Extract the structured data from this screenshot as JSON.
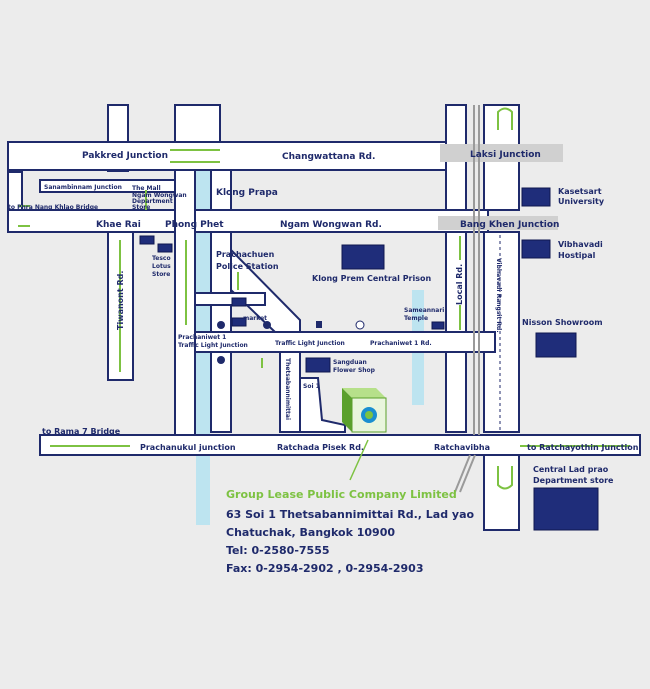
{
  "roads": {
    "pakkred_junction": "Pakkred Junction",
    "changwattana": "Changwattana Rd.",
    "laksi_junction": "Laksi Junction",
    "sanambinnam_junction": "Sanambinnam Junction",
    "the_mall": [
      "The Mall",
      "Ngam Wongwan",
      "Department",
      "Store"
    ],
    "to_phra_nang_khlao": "to Phra Nang Khlao Bridge",
    "klong_prapa": "Klong Prapa",
    "kasetsart": [
      "Kasetsart",
      "University"
    ],
    "khae_rai": "Khae Rai",
    "phong_phet": "Phong Phet",
    "ngam_wongwan": "Ngam Wongwan Rd.",
    "bang_khen_junction": "Bang Khen Junction",
    "vibhavadi_hospital": [
      "Vibhavadi",
      "Hostipal"
    ],
    "tesco": [
      "Tesco",
      "Lotus",
      "Store"
    ],
    "prachachuen": [
      "Prachachuen",
      "Police Station"
    ],
    "klong_prem": "Klong Prem Central Prison",
    "local_rd": "Local Rd.",
    "vibhavadi_rangsit": "Vibhavadi Rangsit Rd.",
    "tiwanont": "Tiwanont Rd.",
    "market": "market",
    "sameannari": [
      "Sameannari",
      "Temple"
    ],
    "nisson": "Nisson Showroom",
    "prachaniwet_light": [
      "Prachaniwet 1",
      "Traffic Light Junction"
    ],
    "traffic_light_junction": "Traffic Light Junction",
    "prachaniwet_rd": "Prachaniwet 1 Rd.",
    "sangduan": [
      "Sangduan",
      "Flower Shop"
    ],
    "thetsabanni": "Thetsabannimittai",
    "soi1": "Soi 1",
    "to_rama7": "to Rama 7 Bridge",
    "prachanukul": "Prachanukul junction",
    "ratchada": "Ratchada Pisek Rd.",
    "ratchavibha": "Ratchavibha",
    "to_ratchayothin": "to Ratchayothin Junction",
    "central": [
      "Central Lad prao",
      "Department store"
    ]
  },
  "address": {
    "company": "Group Lease Public Company Limited",
    "line1": "63 Soi 1 Thetsabannimittai Rd., Lad yao",
    "line2": "Chatuchak, Bangkok 10900",
    "tel": "Tel: 0-2580-7555",
    "fax": "Fax: 0-2954-2902 , 0-2954-2903"
  },
  "colors": {
    "road_outline": "#1f2a6b",
    "arrow": "#7dc242",
    "canal": "#bde4f0",
    "building": "#1f2d7a",
    "company": "#7dc242"
  }
}
